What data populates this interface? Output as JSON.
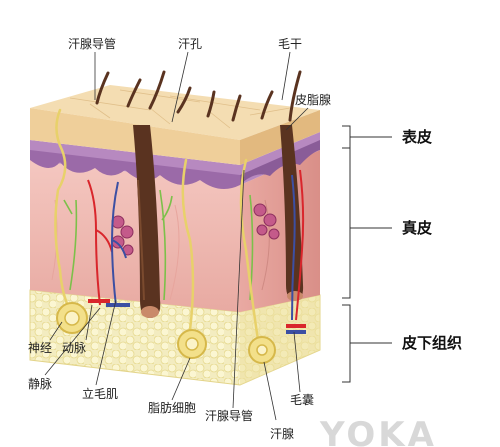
{
  "labels": {
    "sweat_duct_top": "汗腺导管",
    "pore": "汗孔",
    "hair_shaft": "毛干",
    "sebaceous_gland": "皮脂腺",
    "nerve": "神经",
    "artery": "动脉",
    "vein": "静脉",
    "arrector_pili": "立毛肌",
    "fat_cell": "脂肪细胞",
    "sweat_duct_bottom": "汗腺导管",
    "sweat_gland": "汗腺",
    "hair_follicle": "毛囊"
  },
  "layers": {
    "epidermis": "表皮",
    "dermis": "真皮",
    "hypodermis": "皮下组织"
  },
  "watermark": "YOKA",
  "colors": {
    "epidermis": "#f2d6a8",
    "dermis": "#efc1bb",
    "subcutis_fat": "#f6f0b9",
    "basal_layer": "#a77bb0",
    "hair": "#5a3320",
    "artery": "#d9262c",
    "vein": "#3c4fa3",
    "nerve": "#7cc04a",
    "sweat_gland": "#e8d16a"
  }
}
